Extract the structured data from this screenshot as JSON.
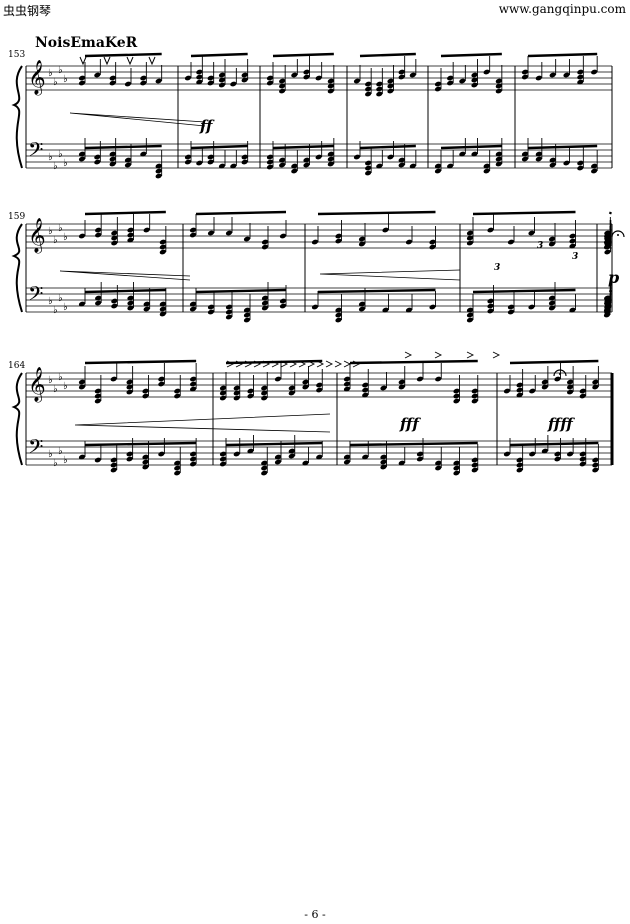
{
  "header": {
    "site_name": "虫虫钢琴",
    "site_url": "www.gangqinpu.com"
  },
  "composer": "NoisEmaKeR",
  "systems": [
    {
      "measure_number": "153",
      "dynamics": [
        "ff"
      ]
    },
    {
      "measure_number": "159",
      "dynamics": [
        "p"
      ],
      "tuplets": [
        "3",
        "3",
        "3"
      ]
    },
    {
      "measure_number": "164",
      "dynamics": [
        "fff",
        "ffff"
      ]
    }
  ],
  "page_number": "- 6 -"
}
